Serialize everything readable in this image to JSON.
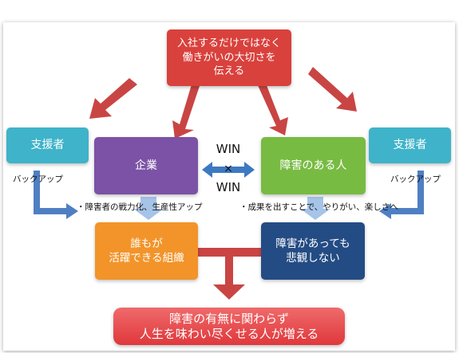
{
  "top_box": {
    "text": "入社するだけではなく\n働きがいの大切さを\n伝える",
    "color": "#d9413c"
  },
  "support_left": {
    "label": "支援者",
    "sub": "バックアップ",
    "color": "#3fb3c9"
  },
  "support_right": {
    "label": "支援者",
    "sub": "バックアップ",
    "color": "#3fb3c9"
  },
  "company": {
    "label": "企業",
    "color": "#7b52a5"
  },
  "disabled": {
    "label": "障害のある人",
    "color": "#78bb42"
  },
  "winwin": {
    "top": "WIN",
    "mid": "×",
    "bottom": "WIN"
  },
  "company_benefit": "・障害者の戦力化、生産性アップ",
  "disabled_benefit": "・成果を出すことで、やりがい、楽しさへ",
  "everyone_box": {
    "text": "誰もが\n活躍できる組織",
    "color": "#f2942a"
  },
  "hope_box": {
    "text": "障害があっても\n悲観しない",
    "color": "#244c84"
  },
  "result_box": {
    "text": "障害の有無に関わらず\n人生を味わい尽くせる人が増える",
    "color": "#e8474a"
  },
  "arrow_colors": {
    "red": "#c94543",
    "blue": "#3d79c1",
    "light": "#a6c3e8",
    "connector": "#c94543"
  }
}
